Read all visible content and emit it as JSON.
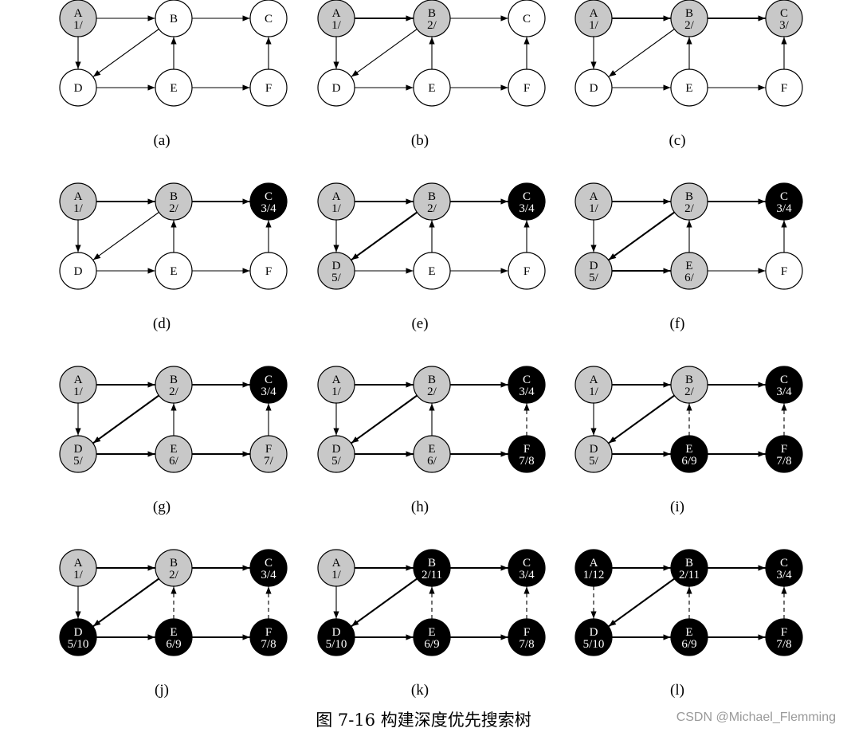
{
  "figure": {
    "caption": "图 7-16    构建深度优先搜索树",
    "watermark": "CSDN @Michael_Flemming"
  },
  "colors": {
    "white": "#ffffff",
    "gray": "#c8c8c8",
    "black": "#000000"
  },
  "node_ids": [
    "A",
    "B",
    "C",
    "D",
    "E",
    "F"
  ],
  "edges": [
    [
      "A",
      "B"
    ],
    [
      "A",
      "D"
    ],
    [
      "B",
      "C"
    ],
    [
      "B",
      "D"
    ],
    [
      "D",
      "E"
    ],
    [
      "E",
      "B"
    ],
    [
      "E",
      "F"
    ],
    [
      "F",
      "C"
    ]
  ],
  "panels": [
    {
      "label": "(a)",
      "nodes": {
        "A": {
          "color": "gray",
          "time": "1/"
        },
        "B": {
          "color": "white",
          "time": ""
        },
        "C": {
          "color": "white",
          "time": ""
        },
        "D": {
          "color": "white",
          "time": ""
        },
        "E": {
          "color": "white",
          "time": ""
        },
        "F": {
          "color": "white",
          "time": ""
        }
      },
      "tree": [],
      "back": []
    },
    {
      "label": "(b)",
      "nodes": {
        "A": {
          "color": "gray",
          "time": "1/"
        },
        "B": {
          "color": "gray",
          "time": "2/"
        },
        "C": {
          "color": "white",
          "time": ""
        },
        "D": {
          "color": "white",
          "time": ""
        },
        "E": {
          "color": "white",
          "time": ""
        },
        "F": {
          "color": "white",
          "time": ""
        }
      },
      "tree": [
        [
          "A",
          "B"
        ]
      ],
      "back": []
    },
    {
      "label": "(c)",
      "nodes": {
        "A": {
          "color": "gray",
          "time": "1/"
        },
        "B": {
          "color": "gray",
          "time": "2/"
        },
        "C": {
          "color": "gray",
          "time": "3/"
        },
        "D": {
          "color": "white",
          "time": ""
        },
        "E": {
          "color": "white",
          "time": ""
        },
        "F": {
          "color": "white",
          "time": ""
        }
      },
      "tree": [
        [
          "A",
          "B"
        ],
        [
          "B",
          "C"
        ]
      ],
      "back": []
    },
    {
      "label": "(d)",
      "nodes": {
        "A": {
          "color": "gray",
          "time": "1/"
        },
        "B": {
          "color": "gray",
          "time": "2/"
        },
        "C": {
          "color": "black",
          "time": "3/4"
        },
        "D": {
          "color": "white",
          "time": ""
        },
        "E": {
          "color": "white",
          "time": ""
        },
        "F": {
          "color": "white",
          "time": ""
        }
      },
      "tree": [
        [
          "A",
          "B"
        ],
        [
          "B",
          "C"
        ]
      ],
      "back": []
    },
    {
      "label": "(e)",
      "nodes": {
        "A": {
          "color": "gray",
          "time": "1/"
        },
        "B": {
          "color": "gray",
          "time": "2/"
        },
        "C": {
          "color": "black",
          "time": "3/4"
        },
        "D": {
          "color": "gray",
          "time": "5/"
        },
        "E": {
          "color": "white",
          "time": ""
        },
        "F": {
          "color": "white",
          "time": ""
        }
      },
      "tree": [
        [
          "A",
          "B"
        ],
        [
          "B",
          "C"
        ],
        [
          "B",
          "D"
        ]
      ],
      "back": []
    },
    {
      "label": "(f)",
      "nodes": {
        "A": {
          "color": "gray",
          "time": "1/"
        },
        "B": {
          "color": "gray",
          "time": "2/"
        },
        "C": {
          "color": "black",
          "time": "3/4"
        },
        "D": {
          "color": "gray",
          "time": "5/"
        },
        "E": {
          "color": "gray",
          "time": "6/"
        },
        "F": {
          "color": "white",
          "time": ""
        }
      },
      "tree": [
        [
          "A",
          "B"
        ],
        [
          "B",
          "C"
        ],
        [
          "B",
          "D"
        ],
        [
          "D",
          "E"
        ]
      ],
      "back": []
    },
    {
      "label": "(g)",
      "nodes": {
        "A": {
          "color": "gray",
          "time": "1/"
        },
        "B": {
          "color": "gray",
          "time": "2/"
        },
        "C": {
          "color": "black",
          "time": "3/4"
        },
        "D": {
          "color": "gray",
          "time": "5/"
        },
        "E": {
          "color": "gray",
          "time": "6/"
        },
        "F": {
          "color": "gray",
          "time": "7/"
        }
      },
      "tree": [
        [
          "A",
          "B"
        ],
        [
          "B",
          "C"
        ],
        [
          "B",
          "D"
        ],
        [
          "D",
          "E"
        ],
        [
          "E",
          "F"
        ]
      ],
      "back": []
    },
    {
      "label": "(h)",
      "nodes": {
        "A": {
          "color": "gray",
          "time": "1/"
        },
        "B": {
          "color": "gray",
          "time": "2/"
        },
        "C": {
          "color": "black",
          "time": "3/4"
        },
        "D": {
          "color": "gray",
          "time": "5/"
        },
        "E": {
          "color": "gray",
          "time": "6/"
        },
        "F": {
          "color": "black",
          "time": "7/8"
        }
      },
      "tree": [
        [
          "A",
          "B"
        ],
        [
          "B",
          "C"
        ],
        [
          "B",
          "D"
        ],
        [
          "D",
          "E"
        ],
        [
          "E",
          "F"
        ]
      ],
      "back": [
        [
          "F",
          "C"
        ]
      ]
    },
    {
      "label": "(i)",
      "nodes": {
        "A": {
          "color": "gray",
          "time": "1/"
        },
        "B": {
          "color": "gray",
          "time": "2/"
        },
        "C": {
          "color": "black",
          "time": "3/4"
        },
        "D": {
          "color": "gray",
          "time": "5/"
        },
        "E": {
          "color": "black",
          "time": "6/9"
        },
        "F": {
          "color": "black",
          "time": "7/8"
        }
      },
      "tree": [
        [
          "A",
          "B"
        ],
        [
          "B",
          "C"
        ],
        [
          "B",
          "D"
        ],
        [
          "D",
          "E"
        ],
        [
          "E",
          "F"
        ]
      ],
      "back": [
        [
          "F",
          "C"
        ],
        [
          "E",
          "B"
        ]
      ]
    },
    {
      "label": "(j)",
      "nodes": {
        "A": {
          "color": "gray",
          "time": "1/"
        },
        "B": {
          "color": "gray",
          "time": "2/"
        },
        "C": {
          "color": "black",
          "time": "3/4"
        },
        "D": {
          "color": "black",
          "time": "5/10"
        },
        "E": {
          "color": "black",
          "time": "6/9"
        },
        "F": {
          "color": "black",
          "time": "7/8"
        }
      },
      "tree": [
        [
          "A",
          "B"
        ],
        [
          "B",
          "C"
        ],
        [
          "B",
          "D"
        ],
        [
          "D",
          "E"
        ],
        [
          "E",
          "F"
        ]
      ],
      "back": [
        [
          "F",
          "C"
        ],
        [
          "E",
          "B"
        ]
      ]
    },
    {
      "label": "(k)",
      "nodes": {
        "A": {
          "color": "gray",
          "time": "1/"
        },
        "B": {
          "color": "black",
          "time": "2/11"
        },
        "C": {
          "color": "black",
          "time": "3/4"
        },
        "D": {
          "color": "black",
          "time": "5/10"
        },
        "E": {
          "color": "black",
          "time": "6/9"
        },
        "F": {
          "color": "black",
          "time": "7/8"
        }
      },
      "tree": [
        [
          "A",
          "B"
        ],
        [
          "B",
          "C"
        ],
        [
          "B",
          "D"
        ],
        [
          "D",
          "E"
        ],
        [
          "E",
          "F"
        ]
      ],
      "back": [
        [
          "F",
          "C"
        ],
        [
          "E",
          "B"
        ]
      ]
    },
    {
      "label": "(l)",
      "nodes": {
        "A": {
          "color": "black",
          "time": "1/12"
        },
        "B": {
          "color": "black",
          "time": "2/11"
        },
        "C": {
          "color": "black",
          "time": "3/4"
        },
        "D": {
          "color": "black",
          "time": "5/10"
        },
        "E": {
          "color": "black",
          "time": "6/9"
        },
        "F": {
          "color": "black",
          "time": "7/8"
        }
      },
      "tree": [
        [
          "A",
          "B"
        ],
        [
          "B",
          "C"
        ],
        [
          "B",
          "D"
        ],
        [
          "D",
          "E"
        ],
        [
          "E",
          "F"
        ]
      ],
      "back": [
        [
          "F",
          "C"
        ],
        [
          "E",
          "B"
        ],
        [
          "A",
          "D"
        ]
      ]
    }
  ]
}
